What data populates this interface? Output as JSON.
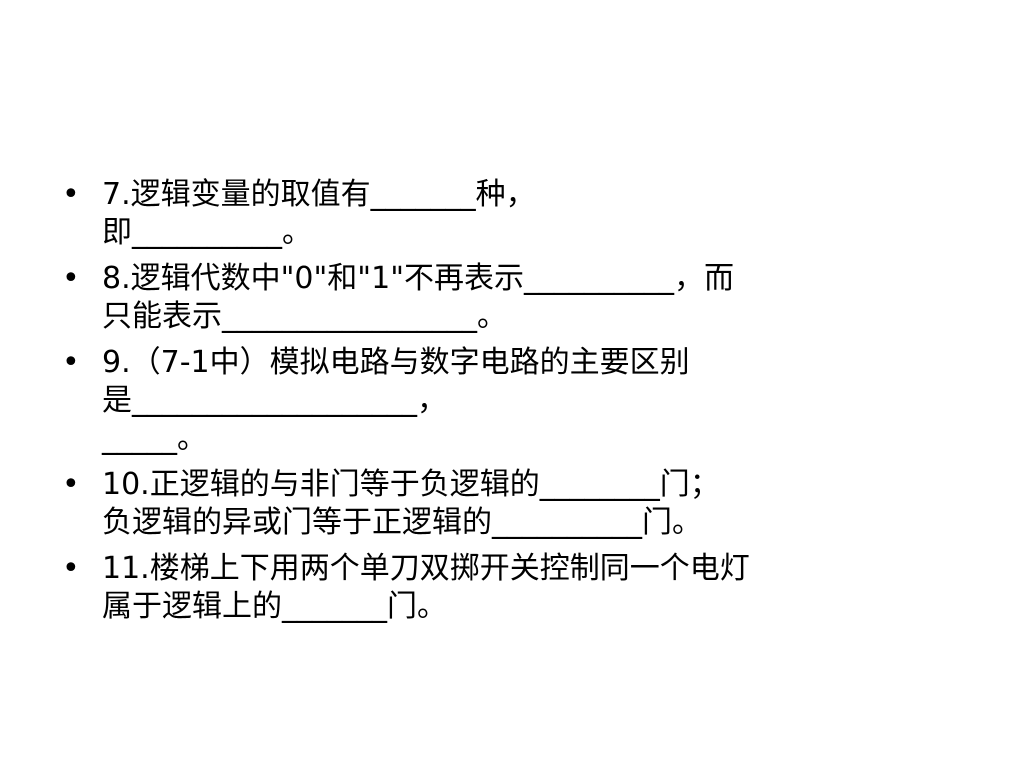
{
  "slide": {
    "bullet_symbol": "•",
    "items": [
      {
        "lines": [
          "7.逻辑变量的取值有_______种，",
          "即__________。"
        ]
      },
      {
        "lines": [
          "8.逻辑代数中\"0\"和\"1\"不再表示__________，而",
          "只能表示_________________。"
        ]
      },
      {
        "lines": [
          "9.（7-1中）模拟电路与数字电路的主要区别",
          "是___________________，",
          "_____。"
        ]
      },
      {
        "lines": [
          "10.正逻辑的与非门等于负逻辑的________门；",
          "负逻辑的异或门等于正逻辑的__________门。"
        ]
      },
      {
        "lines": [
          "11.楼梯上下用两个单刀双掷开关控制同一个电灯",
          "属于逻辑上的_______门。"
        ]
      }
    ]
  }
}
